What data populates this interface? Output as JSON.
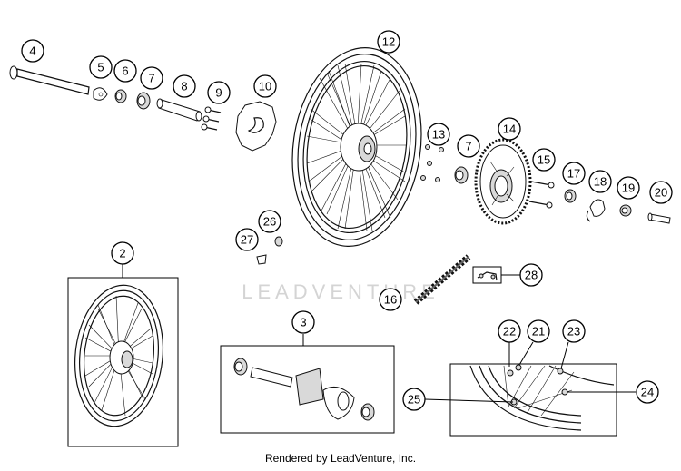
{
  "callouts": [
    "2",
    "3",
    "4",
    "5",
    "6",
    "7",
    "7",
    "8",
    "9",
    "10",
    "12",
    "13",
    "14",
    "15",
    "16",
    "17",
    "18",
    "19",
    "20",
    "21",
    "22",
    "23",
    "24",
    "25",
    "26",
    "27",
    "28"
  ],
  "watermark": "LEADVENTURE",
  "footer": "Rendered by LeadVenture, Inc."
}
